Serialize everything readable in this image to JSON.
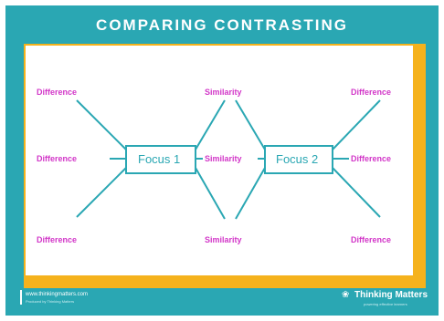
{
  "title": "COMPARING CONTRASTING",
  "diagram": {
    "focus_1": "Focus 1",
    "focus_2": "Focus 2",
    "left_labels": [
      "Difference",
      "Difference",
      "Difference"
    ],
    "middle_labels": [
      "Similarity",
      "Similarity",
      "Similarity"
    ],
    "right_labels": [
      "Difference",
      "Difference",
      "Difference"
    ]
  },
  "footer": {
    "url": "www.thinkingmatters.com",
    "url_sub": "Produced by Thinking Matters",
    "brand": "Thinking Matters",
    "brand_sub": "powering effective learners",
    "brand_icon": "thinking-matters-logo-icon"
  },
  "colors": {
    "background": "#2aa7b3",
    "frame": "#f5b21c",
    "lines": "#2aa7b3",
    "labels": "#d236c8"
  }
}
